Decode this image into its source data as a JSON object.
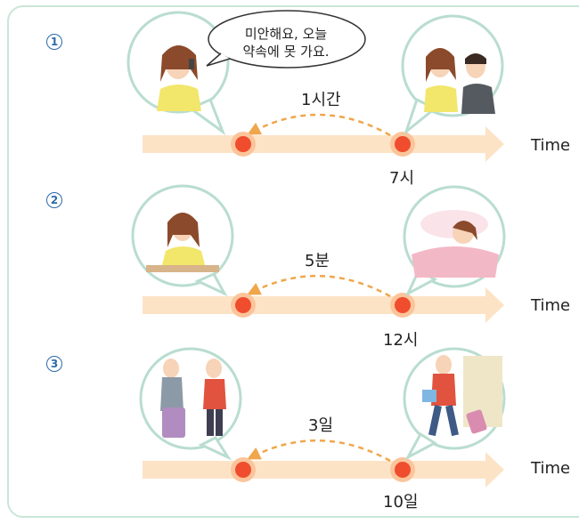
{
  "rows": [
    {
      "number": "1",
      "gap_label": "1시간",
      "point_label": "7시",
      "axis_label": "Time",
      "speech": {
        "line1": "미안해요, 오늘",
        "line2": "약속에 못 가요."
      }
    },
    {
      "number": "2",
      "gap_label": "5분",
      "point_label": "12시",
      "axis_label": "Time"
    },
    {
      "number": "3",
      "gap_label": "3일",
      "point_label": "10일",
      "axis_label": "Time"
    }
  ],
  "colors": {
    "panel_border": "#c9e6d7",
    "arrow": "#fde3c6",
    "dot": "#ef4d2e",
    "dot_ring": "#fbc49a",
    "dashed": "#f0a64b",
    "number": "#2b6aa8"
  },
  "icons": {
    "left_pictures": [
      "woman-on-phone-illustration",
      "woman-waiting-illustration",
      "friends-farewell-illustration"
    ],
    "right_pictures": [
      "couple-meeting-illustration",
      "woman-sleeping-illustration",
      "boy-leaving-with-suitcase-illustration"
    ]
  }
}
